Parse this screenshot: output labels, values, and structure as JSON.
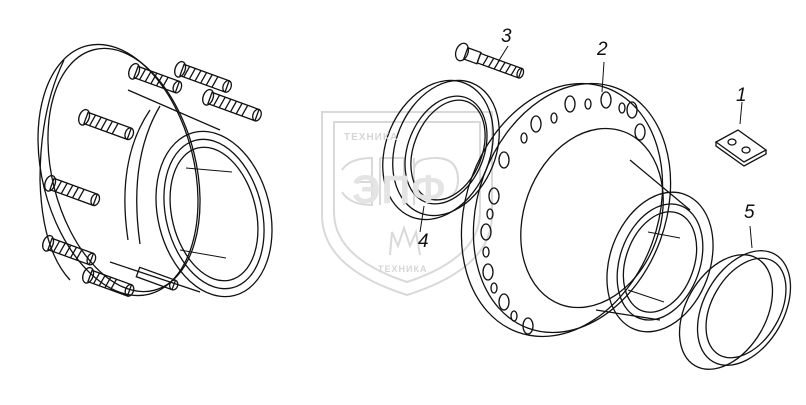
{
  "figure": {
    "callouts": [
      {
        "id": "1",
        "label": "1"
      },
      {
        "id": "2",
        "label": "2"
      },
      {
        "id": "3",
        "label": "3"
      },
      {
        "id": "4",
        "label": "4"
      },
      {
        "id": "5",
        "label": "5"
      }
    ],
    "watermark": {
      "top_text": "ТЕХНИКА",
      "logo_text": "ЭПФ",
      "bottom_text": "ТЕХНИКА"
    }
  },
  "colors": {
    "line": "#111111",
    "watermark": "#d6d6d6",
    "background": "#ffffff"
  }
}
